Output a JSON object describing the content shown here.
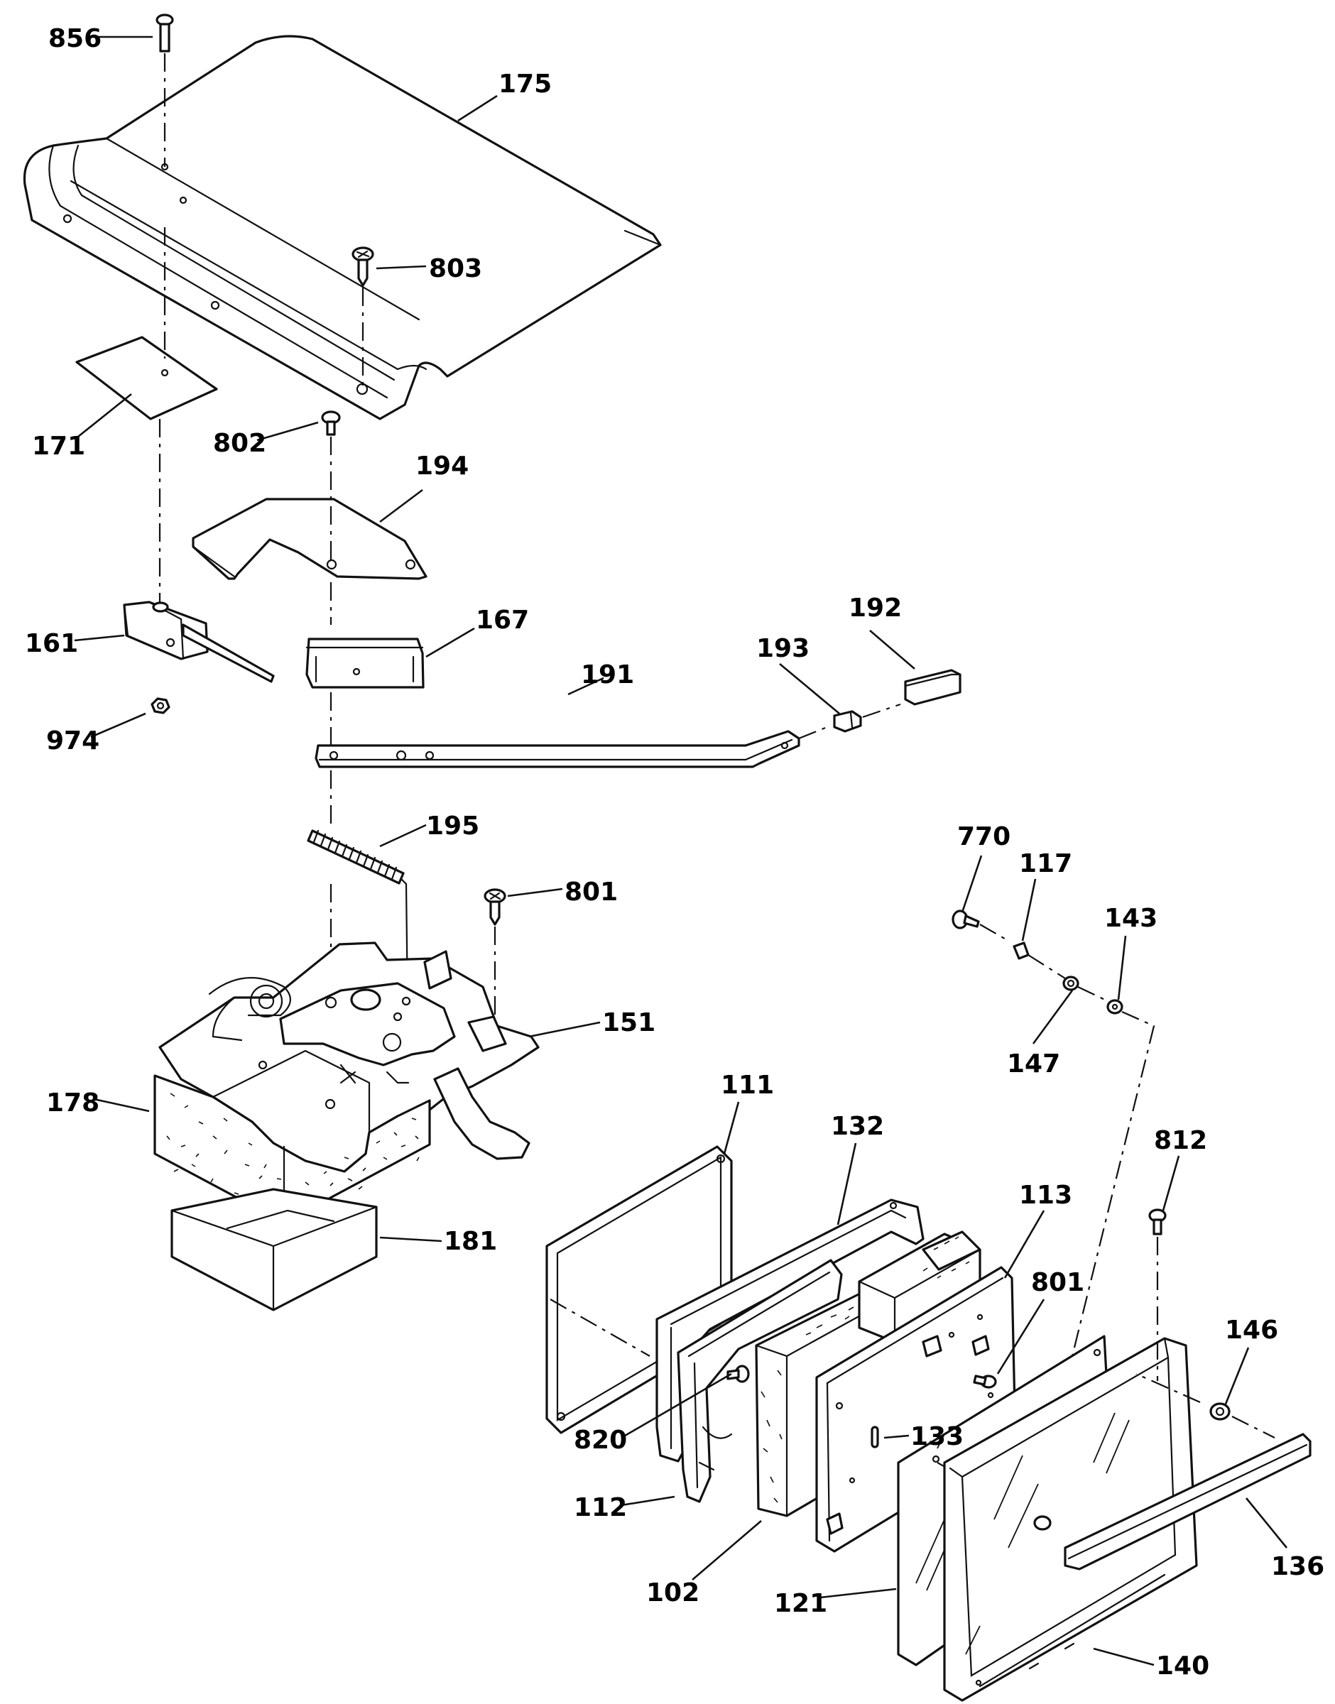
{
  "labels": {
    "p856": "856",
    "p175": "175",
    "p803": "803",
    "p171": "171",
    "p802": "802",
    "p194": "194",
    "p161": "161",
    "p167": "167",
    "p192": "192",
    "p193": "193",
    "p191": "191",
    "p974": "974",
    "p195": "195",
    "p801a": "801",
    "p770": "770",
    "p117": "117",
    "p143": "143",
    "p151": "151",
    "p147": "147",
    "p178": "178",
    "p111": "111",
    "p132": "132",
    "p812": "812",
    "p113": "113",
    "p801b": "801",
    "p181": "181",
    "p146": "146",
    "p820": "820",
    "p133": "133",
    "p112": "112",
    "p136": "136",
    "p102": "102",
    "p121": "121",
    "p140": "140"
  },
  "colors": {
    "ink": "#111111",
    "paper": "#ffffff"
  }
}
